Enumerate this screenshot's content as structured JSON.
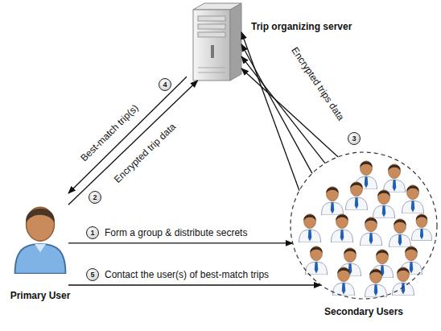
{
  "diagram": {
    "nodes": [
      {
        "text": [
          "Trip organizing server"
        ]
      },
      {
        "text": [
          "Primary User"
        ]
      },
      {
        "text": [
          "Secondary Users"
        ]
      }
    ],
    "edges": [
      {
        "from": 0,
        "to": 1,
        "arrow": "to",
        "label": "Best-match trip(s)"
      },
      {
        "from": 1,
        "to": 0,
        "arrow": "to",
        "label": "Encrypted trip data"
      },
      {
        "from": 2,
        "to": 0,
        "arrow": "to",
        "label": "Encrypted trips data"
      },
      {
        "from": 2,
        "to": 0,
        "arrow": "to"
      },
      {
        "from": 2,
        "to": 0,
        "arrow": "to"
      },
      {
        "from": 2,
        "to": 0,
        "arrow": "to"
      },
      {
        "from": 1,
        "to": 2,
        "arrow": "to",
        "label": "Form a group & distribute secrets"
      },
      {
        "from": 1,
        "to": 2,
        "arrow": "to",
        "label": "Contact the user(s) of best-match trips"
      }
    ],
    "labels": [
      "1",
      "2",
      "3",
      "4",
      "5"
    ]
  }
}
